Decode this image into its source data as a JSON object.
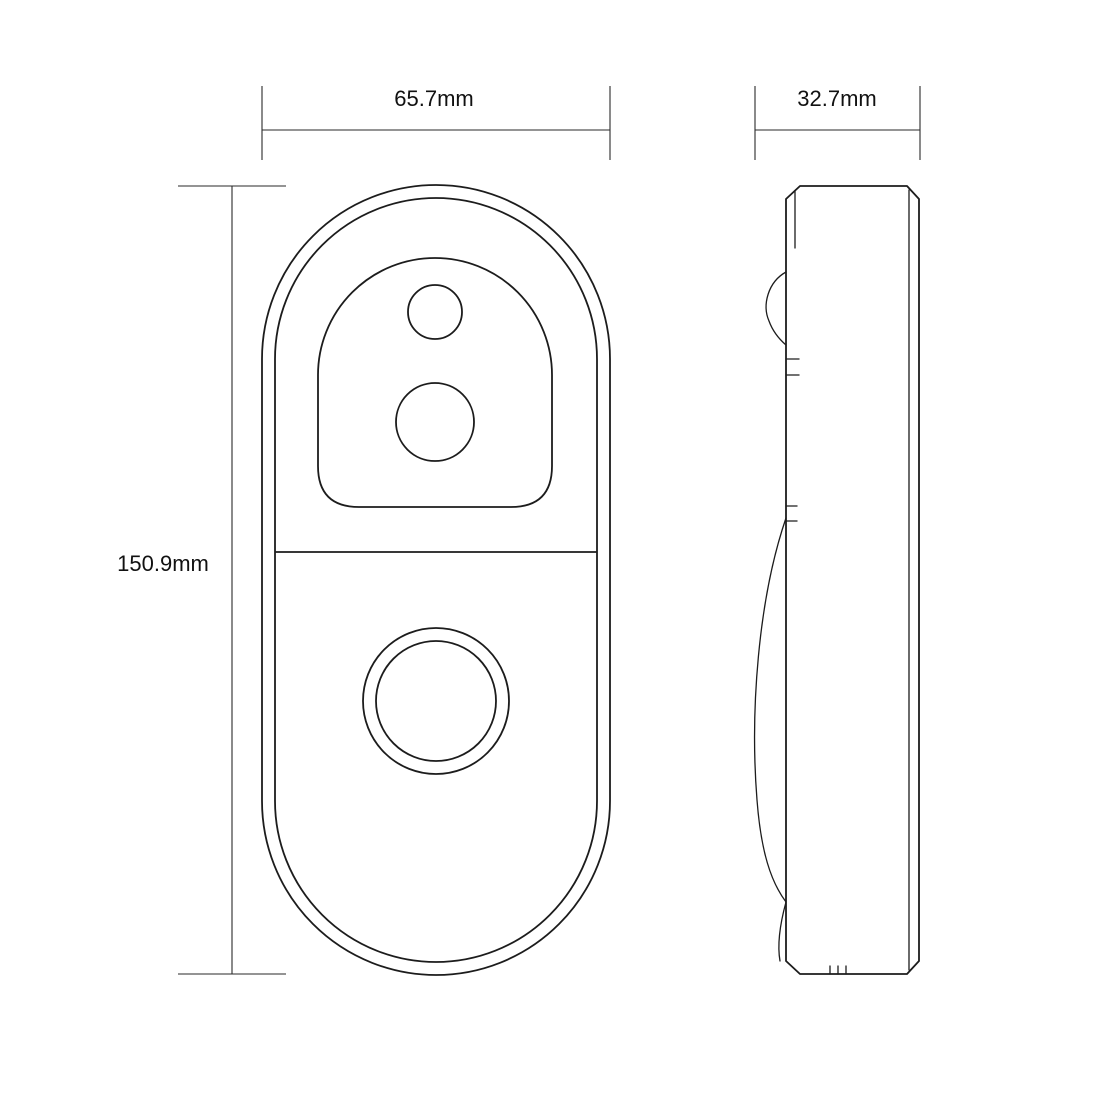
{
  "dimensions": {
    "front_width": "65.7mm",
    "side_width": "32.7mm",
    "height": "150.9mm"
  },
  "colors": {
    "line": "#1c1c1c",
    "dimension_line": "#2a2a2a",
    "background": "#ffffff"
  }
}
